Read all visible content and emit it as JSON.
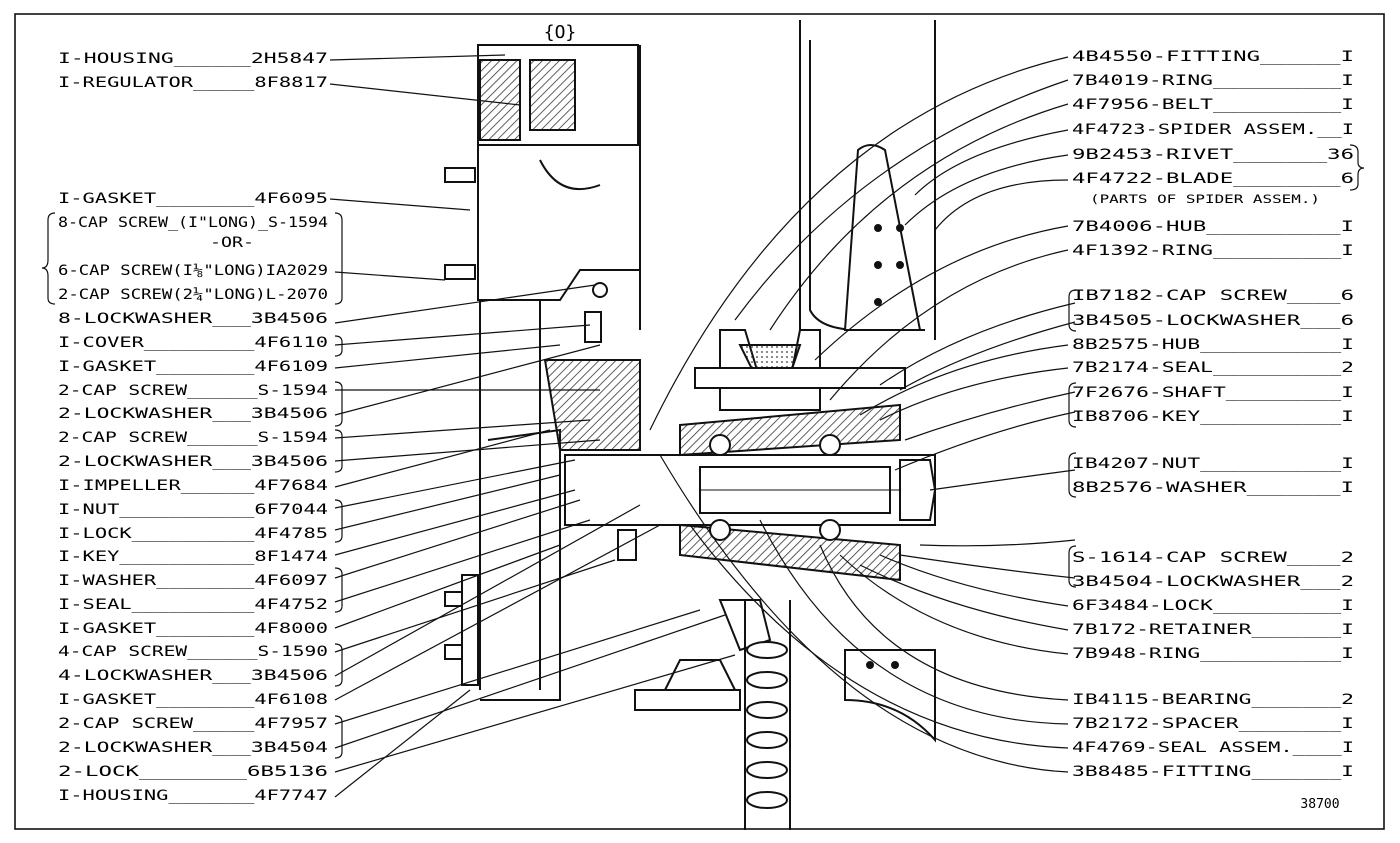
{
  "figure_number": "38700",
  "top_symbol": "{O}",
  "colors": {
    "ink": "#111111",
    "paper": "#ffffff",
    "hatch": "#333333"
  },
  "left_labels": [
    "I-HOUSING______2H5847",
    "I-REGULATOR_____8F8817",
    "I-GASKET________4F6095",
    "8-CAP SCREW_(I\"LONG)_S-1594",
    "-OR-",
    "6-CAP SCREW(I⅛\"LONG)IA2029",
    "2-CAP SCREW(2¼\"LONG)L-2070",
    "8-LOCKWASHER___3B4506",
    "I-COVER_________4F6110",
    "I-GASKET________4F6109",
    "2-CAP SCREW______S-1594",
    "2-LOCKWASHER___3B4506",
    "2-CAP SCREW______S-1594",
    "2-LOCKWASHER___3B4506",
    "I-IMPELLER______4F7684",
    "I-NUT___________6F7044",
    "I-LOCK__________4F4785",
    "I-KEY___________8F1474",
    "I-WASHER________4F6097",
    "I-SEAL__________4F4752",
    "I-GASKET________4F8000",
    "4-CAP SCREW______S-1590",
    "4-LOCKWASHER___3B4506",
    "I-GASKET________4F6108",
    "2-CAP SCREW_____4F7957",
    "2-LOCKWASHER___3B4504",
    "2-LOCK________6B5136",
    "I-HOUSING_______4F7747"
  ],
  "right_labels": [
    "4B4550-FITTING______I",
    "7B4019-RING__________I",
    "4F7956-BELT__________I",
    "4F4723-SPIDER ASSEM.__I",
    "9B2453-RIVET_______36",
    "4F4722-BLADE________6",
    "(PARTS OF SPIDER ASSEM.)",
    "7B4006-HUB__________I",
    "4F1392-RING__________I",
    "IB7182-CAP SCREW____6",
    "3B4505-LOCKWASHER___6",
    "8B2575-HUB___________I",
    "7B2174-SEAL__________2",
    "7F2676-SHAFT_________I",
    "IB8706-KEY___________I",
    "IB4207-NUT___________I",
    "8B2576-WASHER_______I",
    "S-1614-CAP SCREW____2",
    "3B4504-LOCKWASHER___2",
    "6F3484-LOCK__________I",
    "7B172-RETAINER_______I",
    "7B948-RING___________I",
    "IB4115-BEARING_______2",
    "7B2172-SPACER________I",
    "4F4769-SEAL ASSEM.____I",
    "3B8485-FITTING_______I"
  ]
}
